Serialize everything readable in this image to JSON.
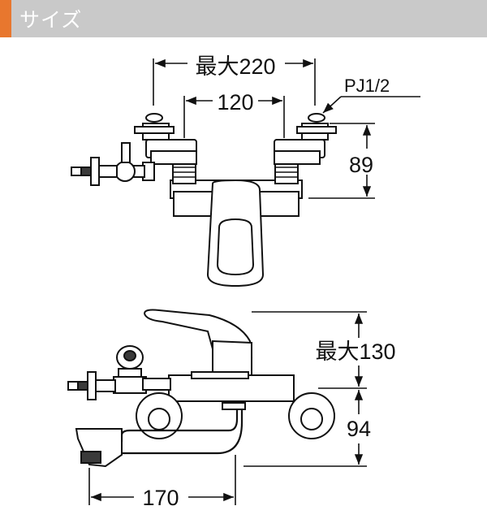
{
  "header": {
    "title": "サイズ",
    "accent_color": "#e8772e",
    "bar_color": "#c9c9c9"
  },
  "top_view": {
    "dim_overall": "最大220",
    "dim_center": "120",
    "dim_height": "89",
    "thread_label": "PJ1/2"
  },
  "side_view": {
    "dim_height_max": "最大130",
    "dim_wall_height": "94",
    "dim_reach": "170"
  }
}
